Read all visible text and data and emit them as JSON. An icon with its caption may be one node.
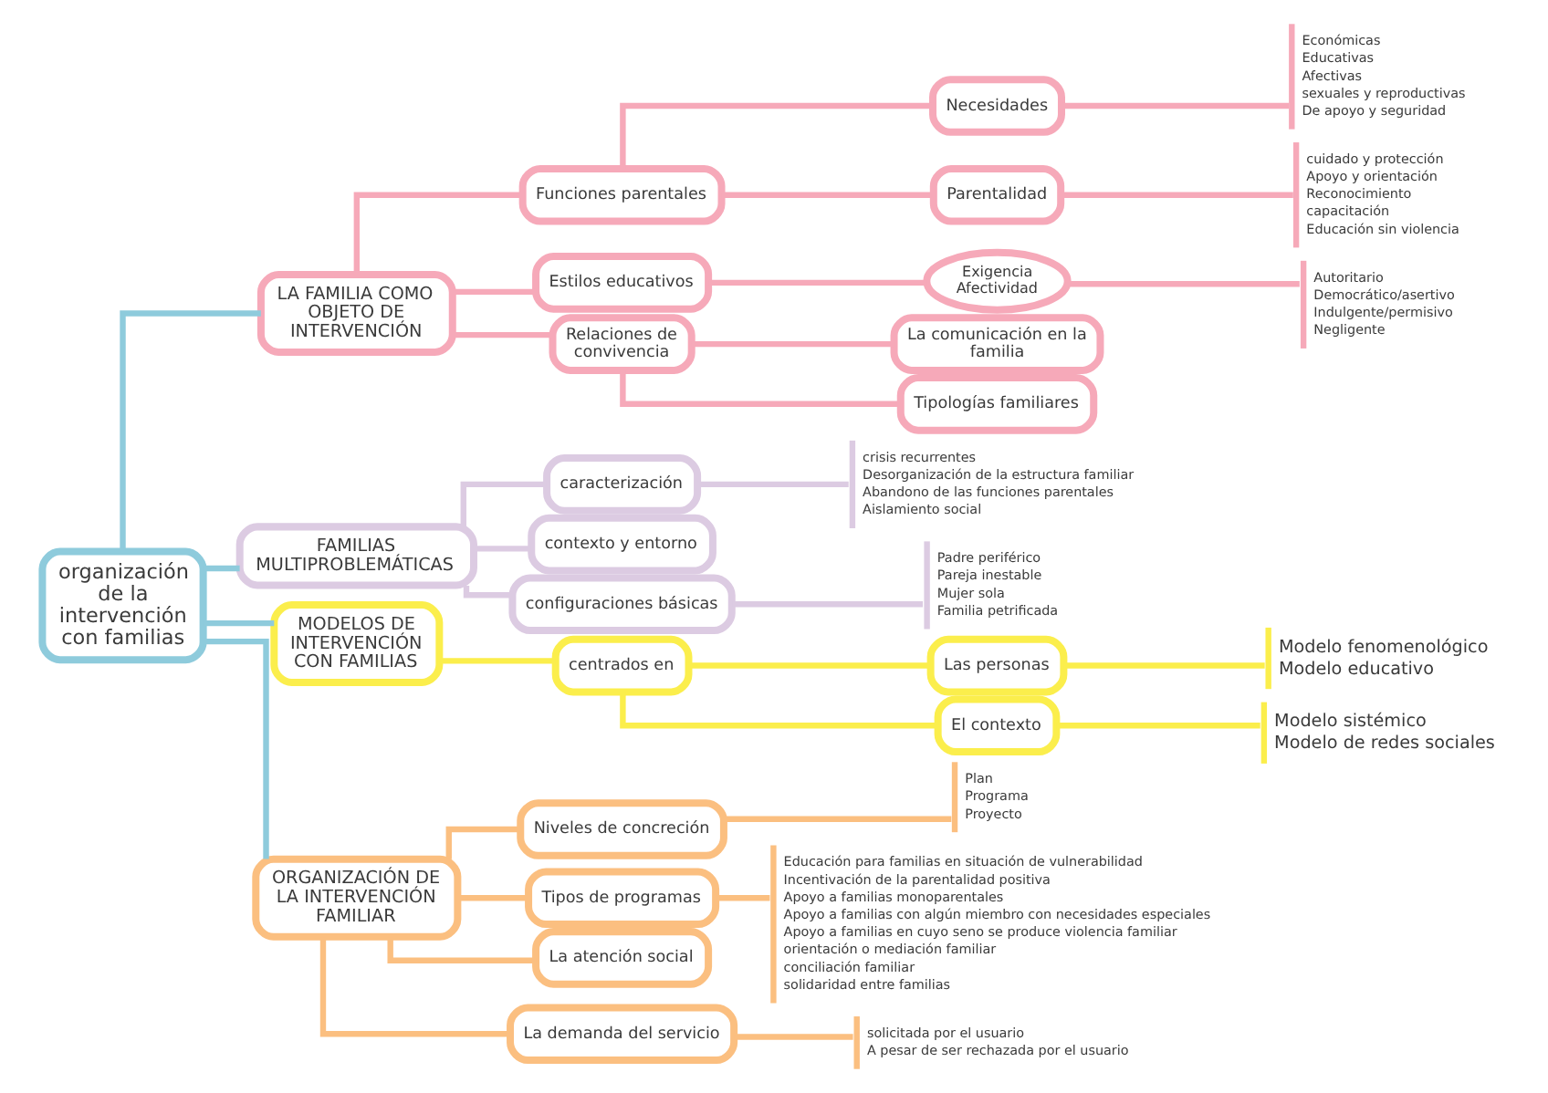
{
  "diagram": {
    "nodes": [
      {
        "text": [
          "organización de la intervención con familias"
        ]
      },
      {
        "text": [
          "LA FAMILIA COMO OBJETO DE INTERVENCIÓN"
        ]
      },
      {
        "text": [
          "Funciones parentales"
        ]
      },
      {
        "text": [
          "Necesidades"
        ]
      },
      {
        "text": [
          "Económicas",
          "Educativas",
          "Afectivas",
          "sexuales y reproductivas",
          "De apoyo y seguridad"
        ]
      },
      {
        "text": [
          "Parentalidad"
        ]
      },
      {
        "text": [
          "cuidado y protección",
          "Apoyo y orientación",
          "Reconocimiento",
          "capacitación",
          "Educación sin violencia"
        ]
      },
      {
        "text": [
          "Estilos educativos"
        ]
      },
      {
        "text": [
          "Exigencia",
          "Afectividad"
        ]
      },
      {
        "text": [
          "Autoritario",
          "Democrático/asertivo",
          "Indulgente/permisivo",
          "Negligente"
        ]
      },
      {
        "text": [
          "Relaciones de convivencia"
        ]
      },
      {
        "text": [
          "La comunicación en la familia"
        ]
      },
      {
        "text": [
          "Tipologías familiares"
        ]
      },
      {
        "text": [
          "FAMILIAS MULTIPROBLEMÁTICAS"
        ]
      },
      {
        "text": [
          "caracterización"
        ]
      },
      {
        "text": [
          "crisis recurrentes",
          "Desorganización de la estructura familiar",
          "Abandono de las funciones parentales",
          "Aislamiento social"
        ]
      },
      {
        "text": [
          "contexto y entorno"
        ]
      },
      {
        "text": [
          "configuraciones básicas"
        ]
      },
      {
        "text": [
          "Padre periférico",
          "Pareja inestable",
          "Mujer sola",
          "Familia petrificada"
        ]
      },
      {
        "text": [
          "MODELOS DE INTERVENCIÓN CON FAMILIAS"
        ]
      },
      {
        "text": [
          "centrados en"
        ]
      },
      {
        "text": [
          "Las personas"
        ]
      },
      {
        "text": [
          "Modelo fenomenológico",
          "Modelo educativo"
        ]
      },
      {
        "text": [
          "El contexto"
        ]
      },
      {
        "text": [
          "Modelo sistémico",
          "Modelo de redes sociales"
        ]
      },
      {
        "text": [
          "ORGANIZACIÓN DE LA INTERVENCIÓN FAMILIAR"
        ]
      },
      {
        "text": [
          "Niveles de concreción"
        ]
      },
      {
        "text": [
          "Plan",
          "Programa",
          "Proyecto"
        ]
      },
      {
        "text": [
          "Tipos de programas"
        ]
      },
      {
        "text": [
          "Educación para familias en situación de vulnerabilidad",
          "Incentivación de la parentalidad positiva",
          "Apoyo a familias monoparentales",
          "Apoyo a familias con algún miembro con necesidades especiales",
          "Apoyo a familias en cuyo seno se produce violencia familiar",
          "orientación o mediación familiar",
          "conciliación familiar",
          "solidaridad entre familias"
        ]
      },
      {
        "text": [
          "La atención social"
        ]
      },
      {
        "text": [
          "La demanda del servicio"
        ]
      },
      {
        "text": [
          "solicitada por el usuario",
          "A pesar de ser rechazada por el usuario"
        ]
      }
    ],
    "edges": [
      {
        "from": 0,
        "to": 1,
        "arrow": "none",
        "color": "#8ecbdc"
      },
      {
        "from": 0,
        "to": 13,
        "arrow": "none",
        "color": "#8ecbdc"
      },
      {
        "from": 0,
        "to": 19,
        "arrow": "none",
        "color": "#8ecbdc"
      },
      {
        "from": 0,
        "to": 25,
        "arrow": "none",
        "color": "#8ecbdc"
      },
      {
        "from": 1,
        "to": 2,
        "arrow": "none"
      },
      {
        "from": 1,
        "to": 7,
        "arrow": "none"
      },
      {
        "from": 1,
        "to": 10,
        "arrow": "none"
      },
      {
        "from": 2,
        "to": 3,
        "arrow": "none"
      },
      {
        "from": 2,
        "to": 5,
        "arrow": "none"
      },
      {
        "from": 3,
        "to": 4,
        "arrow": "none"
      },
      {
        "from": 5,
        "to": 6,
        "arrow": "none"
      },
      {
        "from": 7,
        "to": 8,
        "arrow": "none"
      },
      {
        "from": 8,
        "to": 9,
        "arrow": "none"
      },
      {
        "from": 10,
        "to": 11,
        "arrow": "none"
      },
      {
        "from": 10,
        "to": 12,
        "arrow": "none"
      },
      {
        "from": 13,
        "to": 14,
        "arrow": "none",
        "color": "#dccbe2"
      },
      {
        "from": 13,
        "to": 16,
        "arrow": "none",
        "color": "#dccbe2"
      },
      {
        "from": 13,
        "to": 17,
        "arrow": "none",
        "color": "#dccbe2"
      },
      {
        "from": 14,
        "to": 15,
        "arrow": "none",
        "color": "#dccbe2"
      },
      {
        "from": 17,
        "to": 18,
        "arrow": "none",
        "color": "#dccbe2"
      },
      {
        "from": 19,
        "to": 20,
        "arrow": "none",
        "color": "#fbee4c"
      },
      {
        "from": 20,
        "to": 21,
        "arrow": "none",
        "color": "#fbee4c"
      },
      {
        "from": 20,
        "to": 23,
        "arrow": "none",
        "color": "#fbee4c"
      },
      {
        "from": 21,
        "to": 22,
        "arrow": "none",
        "color": "#fbee4c"
      },
      {
        "from": 23,
        "to": 24,
        "arrow": "none",
        "color": "#fbee4c"
      },
      {
        "from": 25,
        "to": 26,
        "arrow": "none",
        "color": "#fbbf80"
      },
      {
        "from": 25,
        "to": 28,
        "arrow": "none",
        "color": "#fbbf80"
      },
      {
        "from": 25,
        "to": 30,
        "arrow": "none",
        "color": "#fbbf80"
      },
      {
        "from": 25,
        "to": 31,
        "arrow": "none",
        "color": "#fbbf80"
      },
      {
        "from": 26,
        "to": 27,
        "arrow": "none",
        "color": "#fbbf80"
      },
      {
        "from": 28,
        "to": 29,
        "arrow": "none",
        "color": "#fbbf80"
      },
      {
        "from": 31,
        "to": 32,
        "arrow": "none",
        "color": "#fbbf80"
      }
    ]
  }
}
